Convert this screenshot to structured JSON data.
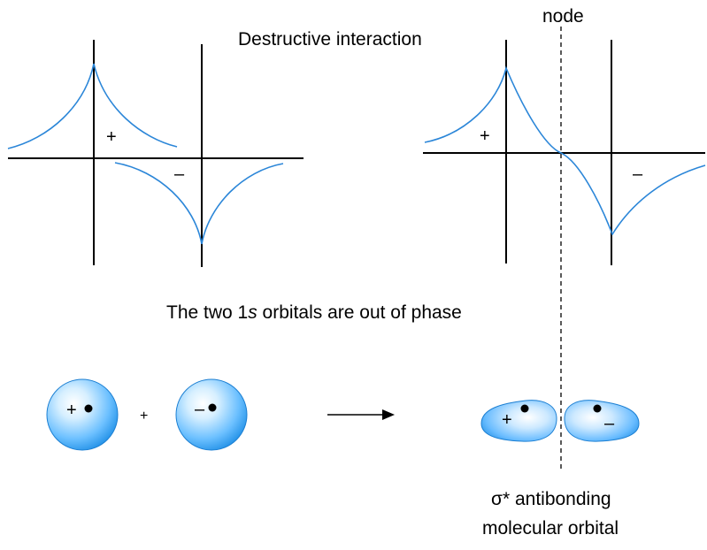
{
  "labels": {
    "title": "Destructive interaction",
    "node": "node",
    "phase_text_before": "The two 1",
    "phase_text_italic": "s",
    "phase_text_after": " orbitals are out of phase",
    "result_line1": "σ* antibonding",
    "result_line2": "molecular orbital"
  },
  "signs": {
    "plus": "+",
    "minus": "–"
  },
  "colors": {
    "curve": "#2b86d8",
    "axis": "#000000",
    "sphere_light": "#ffffff",
    "sphere_mid": "#8fd0ff",
    "sphere_dark": "#1f8fe6",
    "sphere_edge": "#1c7fd2"
  },
  "icons": {
    "reaction": "right-arrow-icon",
    "nucleus": "filled-dot-icon"
  }
}
